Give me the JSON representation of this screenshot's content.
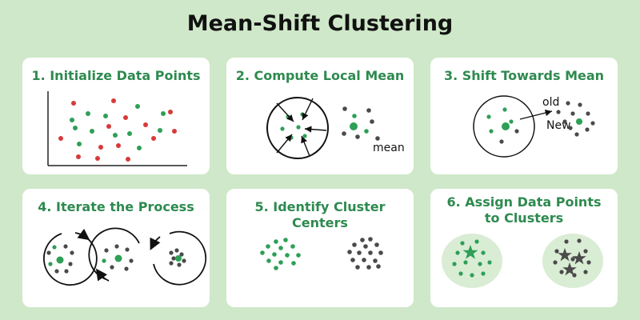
{
  "title": "Mean-Shift Clustering",
  "colors": {
    "background": "#cfe8c9",
    "card": "#ffffff",
    "accent_green": "#2e8a4f",
    "point_green": "#2e9f57",
    "point_red": "#d63a3a",
    "point_gray": "#4a4a4a",
    "cluster_bg": "#d9ecd4"
  },
  "steps": [
    {
      "label": "1. Initialize Data Points"
    },
    {
      "label": "2. Compute Local Mean",
      "mean_label": "mean"
    },
    {
      "label": "3. Shift Towards Mean",
      "old_label": "old",
      "new_label": "New"
    },
    {
      "label": "4. Iterate the Process"
    },
    {
      "label": "5. Identify Cluster Centers"
    },
    {
      "label": "6. Assign Data Points  to Clusters"
    }
  ]
}
